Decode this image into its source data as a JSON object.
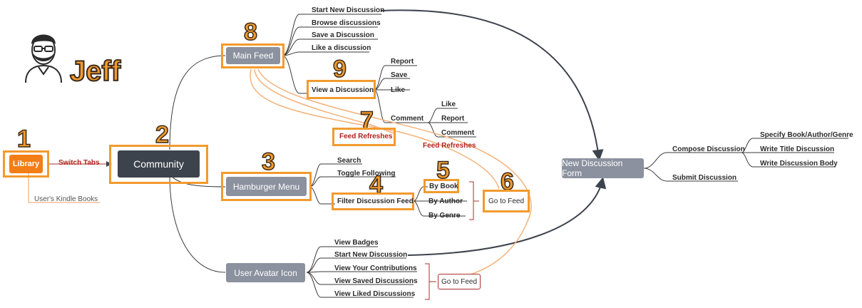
{
  "persona": {
    "name": "Jeff"
  },
  "colors": {
    "accent": "#f29a2e",
    "node_gray": "#8b919e",
    "node_dark": "#3d434d",
    "link_red": "#b3221b"
  },
  "numbers": [
    "1",
    "2",
    "3",
    "4",
    "5",
    "6",
    "7",
    "8",
    "9"
  ],
  "nodes": {
    "library": "Library",
    "community": "Community",
    "main_feed": "Main Feed",
    "hamburger_menu": "Hamburger Menu",
    "user_avatar_icon": "User Avatar Icon",
    "new_discussion_form": "New Discussion Form"
  },
  "labels": {
    "switch_tabs": "Switch Tabs",
    "users_kindle_books": "User's Kindle Books",
    "feed_refreshes_boxed": "Feed Refreshes",
    "feed_refreshes": "Feed Refreshes",
    "go_to_feed_1": "Go to Feed",
    "go_to_feed_2": "Go to Feed"
  },
  "main_feed_items": [
    "Start New Discussion",
    "Browse discussions",
    "Save a Discussion",
    "Like a discussion",
    "View a Discussion"
  ],
  "view_discussion_items": [
    "Report",
    "Save",
    "Like",
    "Comment"
  ],
  "comment_items": [
    "Like",
    "Report",
    "Comment"
  ],
  "hamburger_items": [
    "Search",
    "Toggle Following",
    "Filter Discussion Feed"
  ],
  "filter_items": [
    "By Book",
    "By Author",
    "By Genre"
  ],
  "avatar_items": [
    "View Badges",
    "Start New Discussion",
    "View Your Contributions",
    "View Saved Discussions",
    "View Liked Discussions"
  ],
  "form_items": [
    "Compose Discussion",
    "Submit Discussion"
  ],
  "compose_items": [
    "Specify Book/Author/Genre",
    "Write Title Discussion",
    "Write Discussion Body"
  ]
}
